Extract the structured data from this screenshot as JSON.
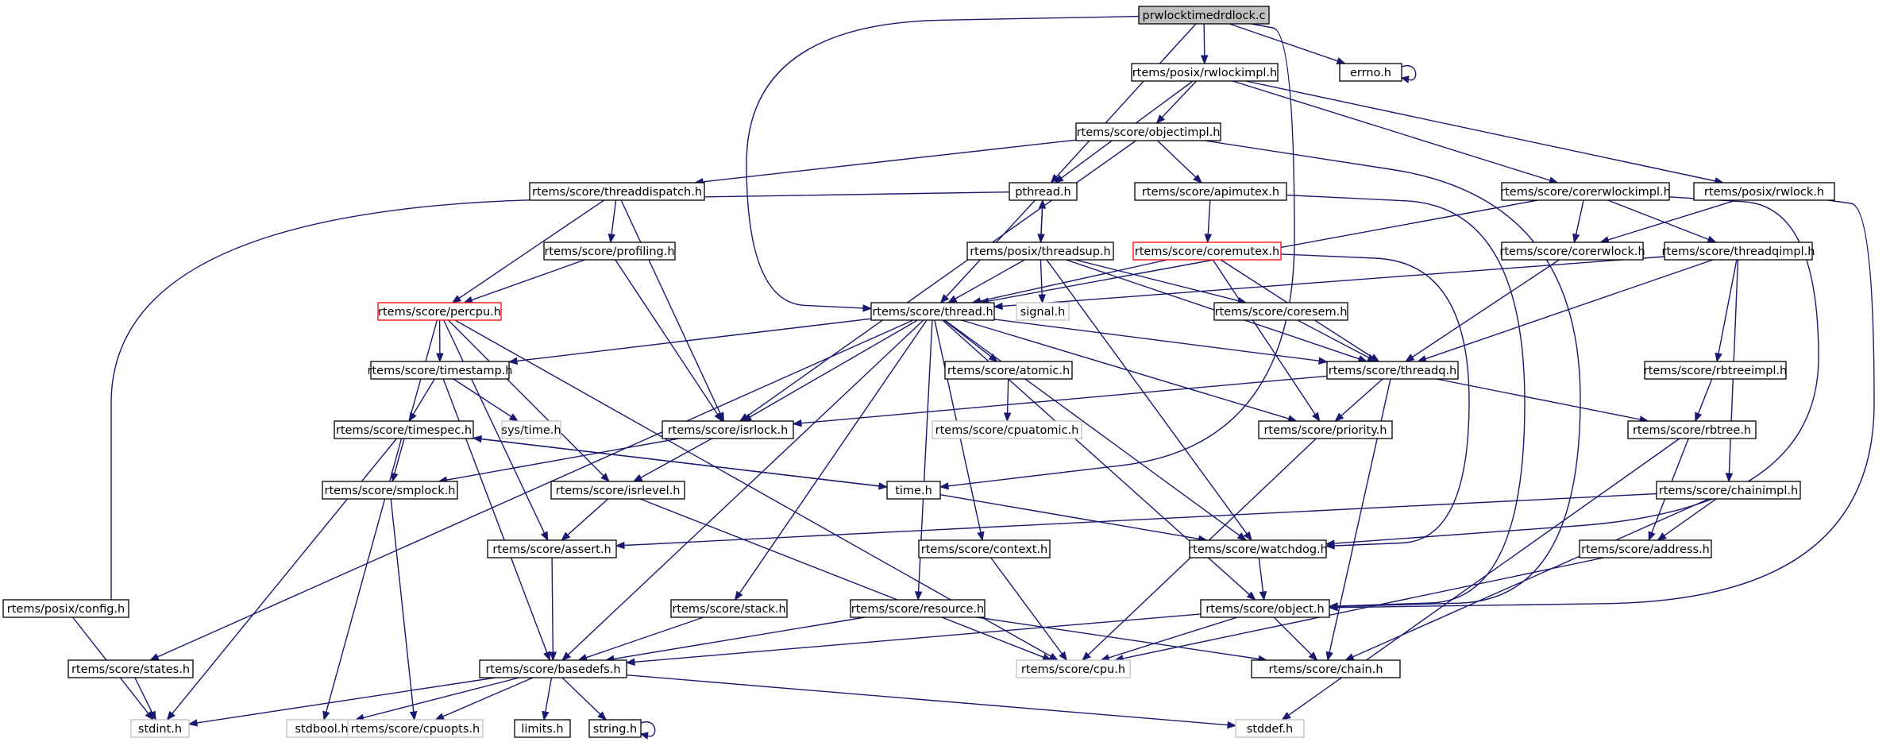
{
  "nodes": {
    "prwlocktimedrdlock_c": "prwlocktimedrdlock.c",
    "rwlockimpl": "rtems/posix/rwlockimpl.h",
    "errno": "errno.h",
    "objectimpl": "rtems/score/objectimpl.h",
    "threaddispatch": "rtems/score/threaddispatch.h",
    "pthread": "pthread.h",
    "apimutex": "rtems/score/apimutex.h",
    "corerwlockimpl": "rtems/score/corerwlockimpl.h",
    "posix_rwlock": "rtems/posix/rwlock.h",
    "profiling": "rtems/score/profiling.h",
    "threadsup": "rtems/posix/threadsup.h",
    "coremutex": "rtems/score/coremutex.h",
    "corerwlock": "rtems/score/corerwlock.h",
    "threadqimpl": "rtems/score/threadqimpl.h",
    "percpu": "rtems/score/percpu.h",
    "thread": "rtems/score/thread.h",
    "signal": "signal.h",
    "coresem": "rtems/score/coresem.h",
    "timestamp": "rtems/score/timestamp.h",
    "atomic": "rtems/score/atomic.h",
    "threadq": "rtems/score/threadq.h",
    "rbtreeimpl": "rtems/score/rbtreeimpl.h",
    "timespec": "rtems/score/timespec.h",
    "systime": "sys/time.h",
    "cpuatomic": "rtems/score/cpuatomic.h",
    "isrlock": "rtems/score/isrlock.h",
    "priority": "rtems/score/priority.h",
    "rbtree": "rtems/score/rbtree.h",
    "smplock": "rtems/score/smplock.h",
    "isrlevel": "rtems/score/isrlevel.h",
    "time": "time.h",
    "chainimpl": "rtems/score/chainimpl.h",
    "assert": "rtems/score/assert.h",
    "context": "rtems/score/context.h",
    "watchdog": "rtems/score/watchdog.h",
    "address": "rtems/score/address.h",
    "posix_config": "rtems/posix/config.h",
    "stack": "rtems/score/stack.h",
    "resource": "rtems/score/resource.h",
    "object": "rtems/score/object.h",
    "states": "rtems/score/states.h",
    "basedefs": "rtems/score/basedefs.h",
    "cpu": "rtems/score/cpu.h",
    "chain": "rtems/score/chain.h",
    "stdint": "stdint.h",
    "stdbool": "stdbool.h",
    "cpuopts": "rtems/score/cpuopts.h",
    "limits": "limits.h",
    "string": "string.h",
    "stddef": "stddef.h"
  }
}
